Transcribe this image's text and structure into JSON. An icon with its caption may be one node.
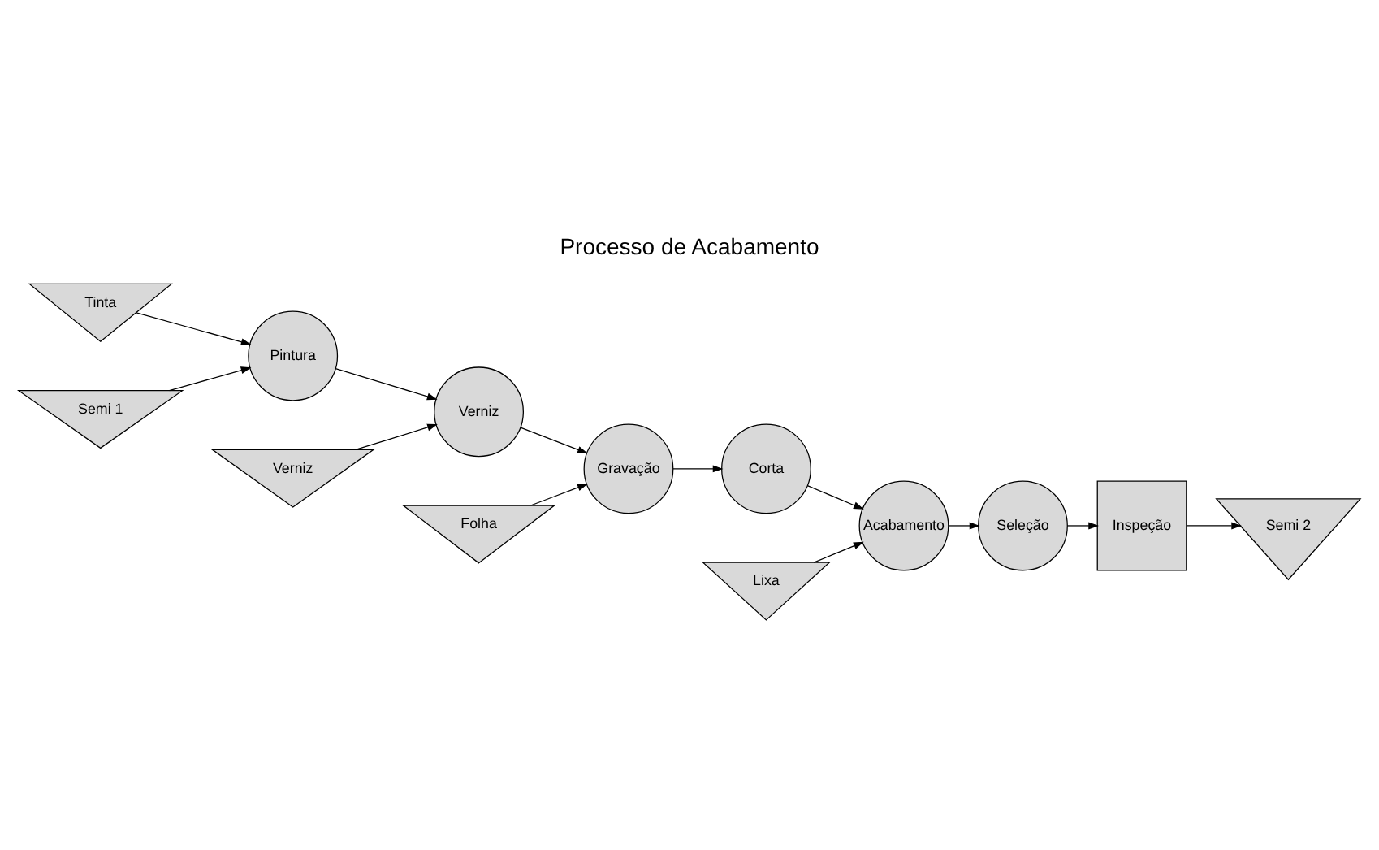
{
  "diagram": {
    "title": "Processo de Acabamento",
    "nodes": [
      {
        "text": [
          "Tinta"
        ]
      },
      {
        "text": [
          "Verniz"
        ]
      },
      {
        "text": [
          "Folha"
        ]
      },
      {
        "text": [
          "Semi 1"
        ]
      },
      {
        "text": [
          "Pintura"
        ]
      },
      {
        "text": [
          "Verniz"
        ]
      },
      {
        "text": [
          "Gravação"
        ]
      },
      {
        "text": [
          "Corta"
        ]
      },
      {
        "text": [
          "Lixa"
        ]
      },
      {
        "text": [
          "Acabamento"
        ]
      },
      {
        "text": [
          "Seleção"
        ]
      },
      {
        "text": [
          "Inspeção"
        ]
      },
      {
        "text": [
          "Semi 2"
        ]
      }
    ],
    "edges": [
      {
        "from": 3,
        "to": 4,
        "arrow": "to"
      },
      {
        "from": 0,
        "to": 4,
        "arrow": "to"
      },
      {
        "from": 4,
        "to": 5,
        "arrow": "to"
      },
      {
        "from": 1,
        "to": 5,
        "arrow": "to"
      },
      {
        "from": 5,
        "to": 6,
        "arrow": "to"
      },
      {
        "from": 2,
        "to": 6,
        "arrow": "to"
      },
      {
        "from": 6,
        "to": 7,
        "arrow": "to"
      },
      {
        "from": 7,
        "to": 9,
        "arrow": "to"
      },
      {
        "from": 8,
        "to": 9,
        "arrow": "to"
      },
      {
        "from": 9,
        "to": 10,
        "arrow": "to"
      },
      {
        "from": 10,
        "to": 11,
        "arrow": "to"
      },
      {
        "from": 11,
        "to": 12,
        "arrow": "to"
      }
    ]
  }
}
